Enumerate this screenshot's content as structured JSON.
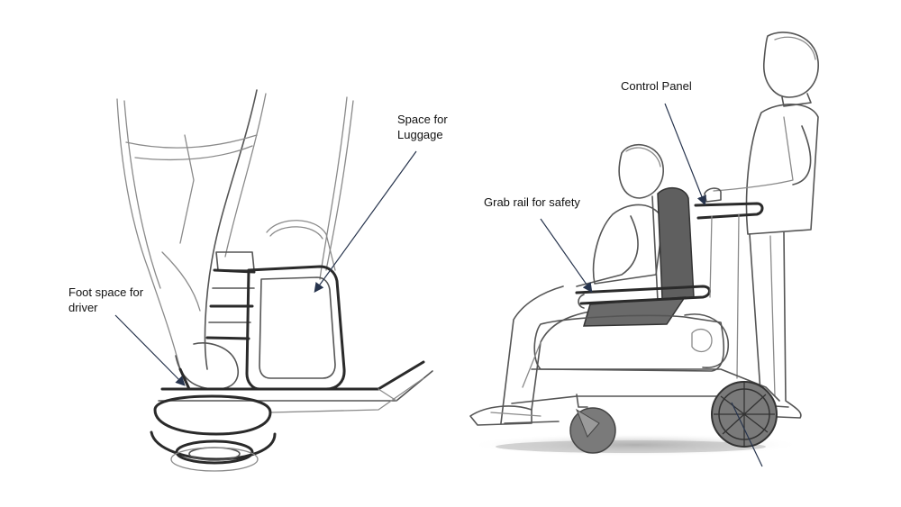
{
  "labels": {
    "foot_space": "Foot space for\ndriver",
    "luggage": "Space for\nLuggage",
    "control_panel": "Control Panel",
    "grab_rail": "Grab rail for safety"
  },
  "colors": {
    "sketch_line": "#555555",
    "sketch_light": "#8a8a8a",
    "sketch_dark": "#2a2a2a",
    "seat_fill": "#5f5f5f",
    "wheel_fill": "#7a7a7a",
    "shadow": "#b8b8b8",
    "arrow": "#27344d"
  }
}
